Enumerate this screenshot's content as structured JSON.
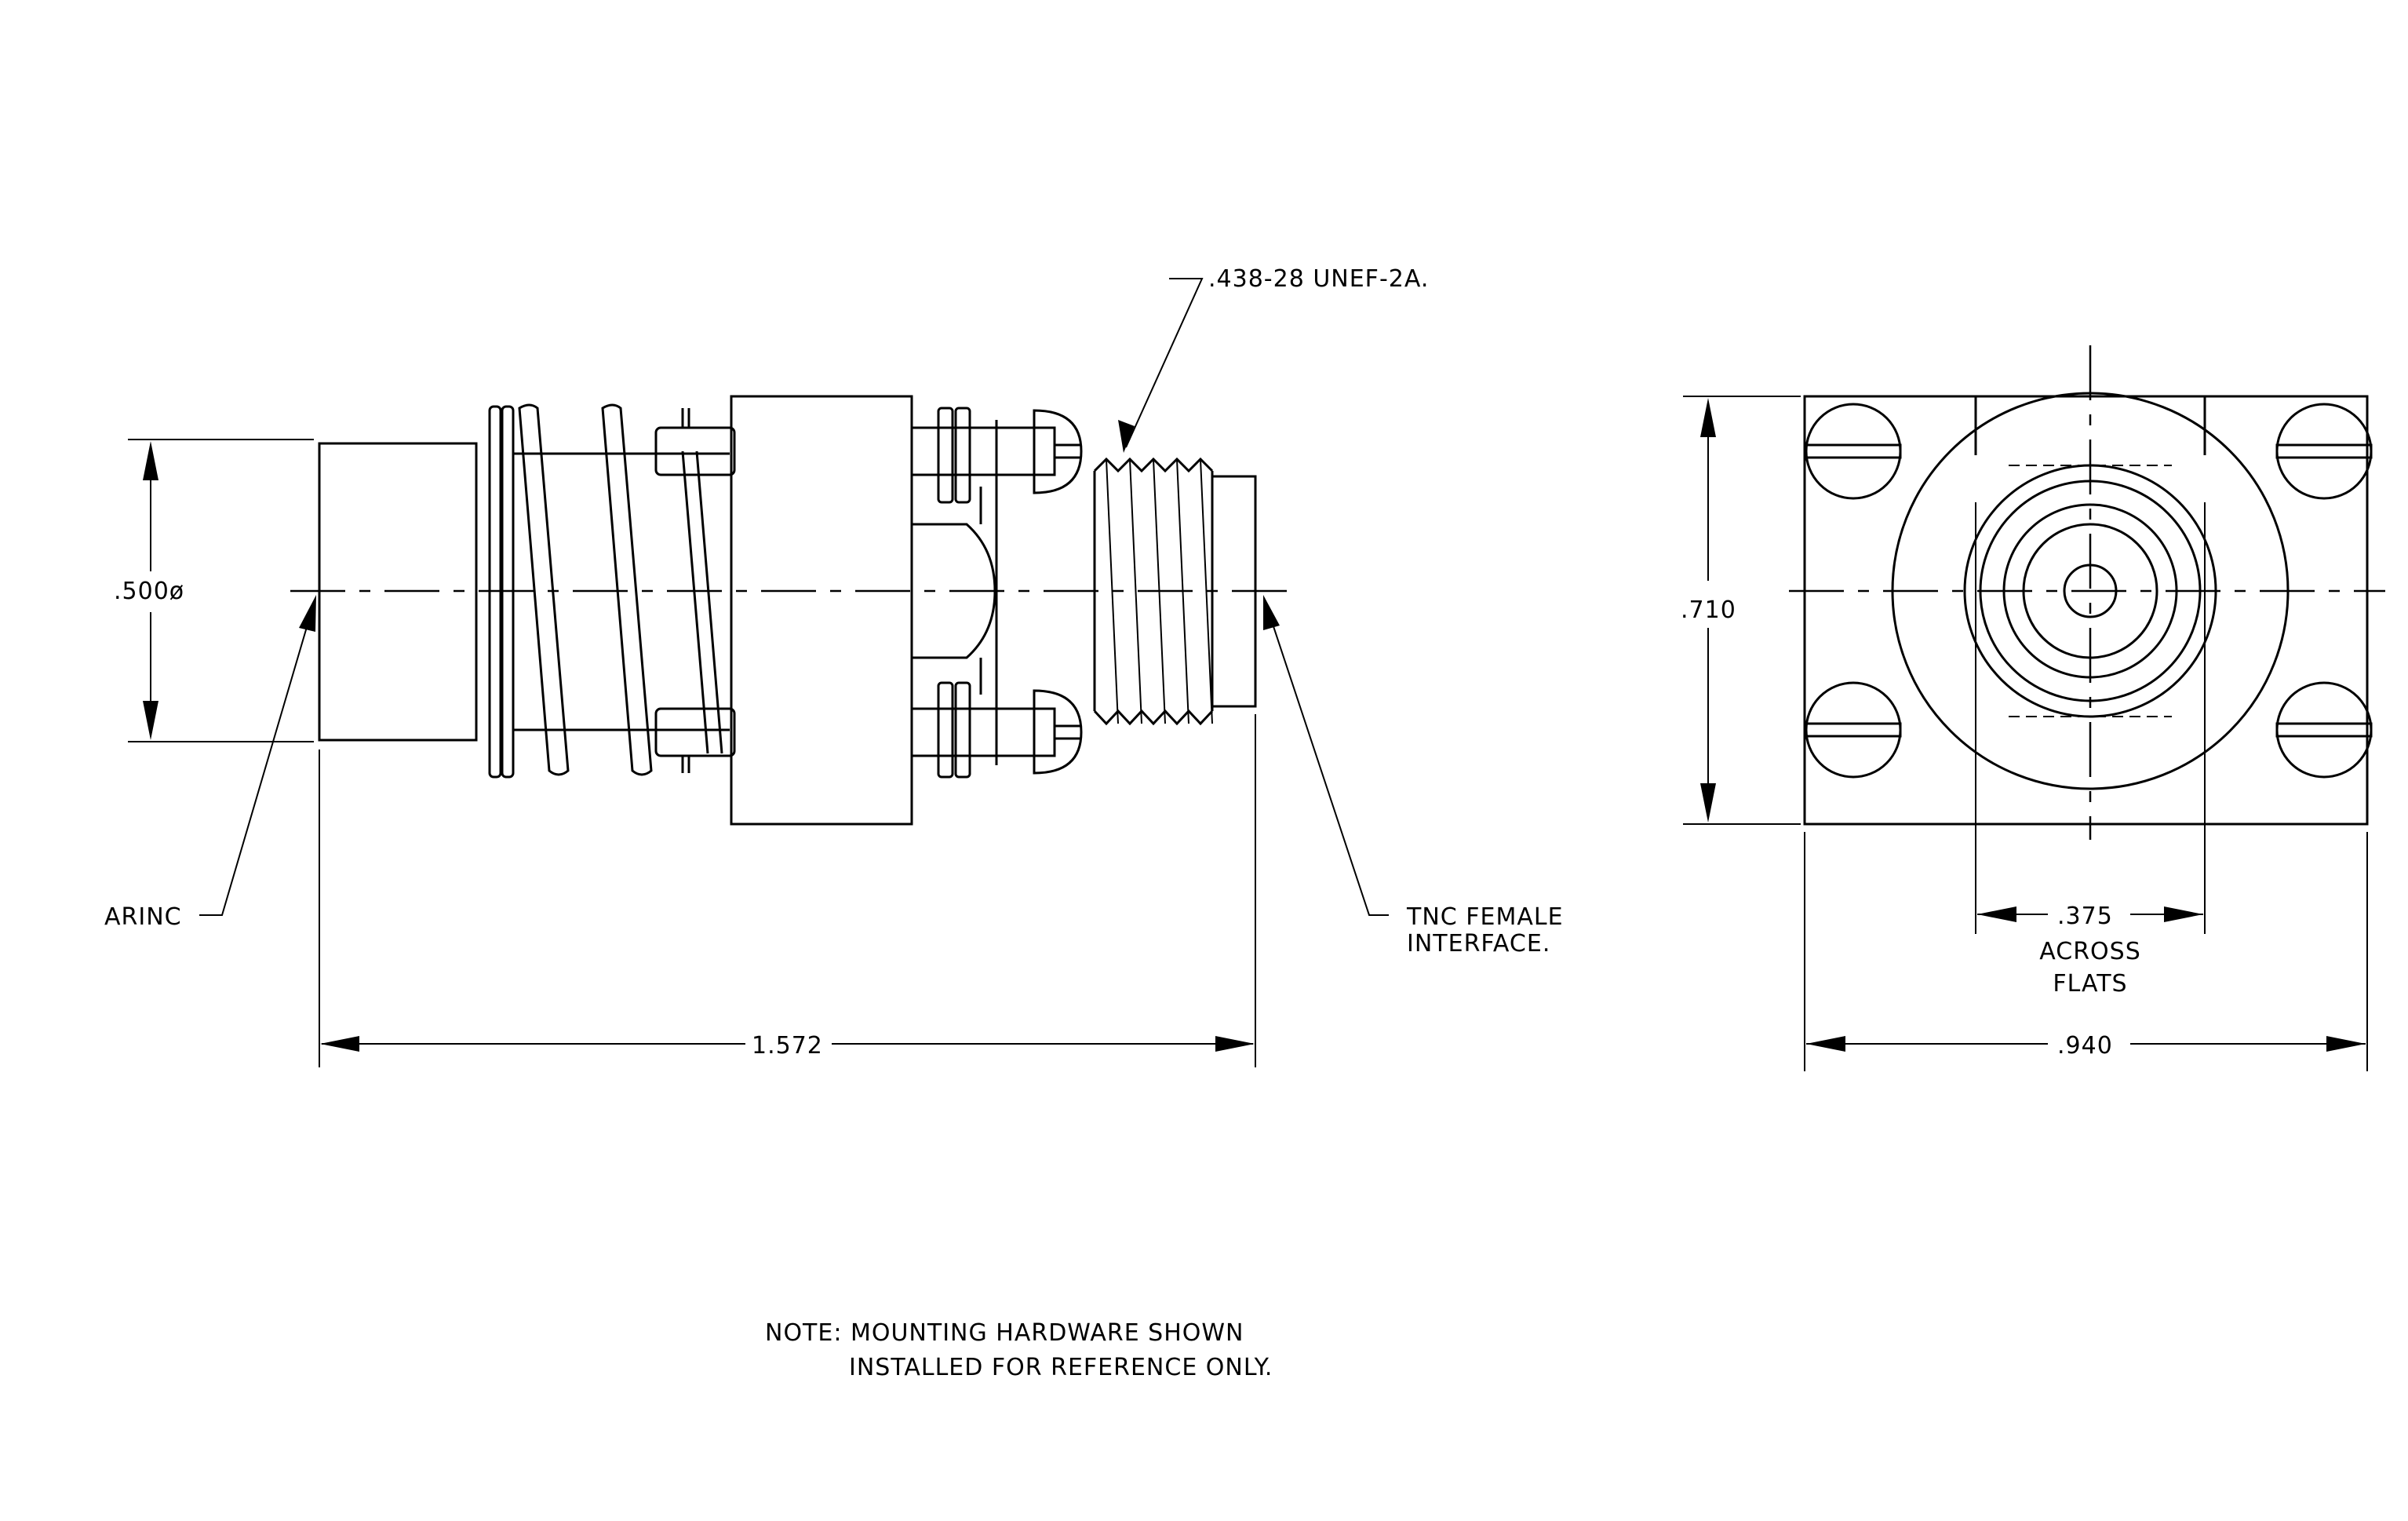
{
  "labels": {
    "thread_callout": ".438-28 UNEF-2A.",
    "diameter_dim": ".500ø",
    "arinc": "ARINC",
    "tnc_line1": "TNC FEMALE",
    "tnc_line2": "INTERFACE.",
    "length_dim": "1.572",
    "height_dim": ".710",
    "flats_dim": ".375",
    "flats_line1": "ACROSS",
    "flats_line2": "FLATS",
    "width_dim": ".940",
    "note_line1": "NOTE: MOUNTING HARDWARE SHOWN",
    "note_line2": "INSTALLED FOR REFERENCE ONLY."
  }
}
